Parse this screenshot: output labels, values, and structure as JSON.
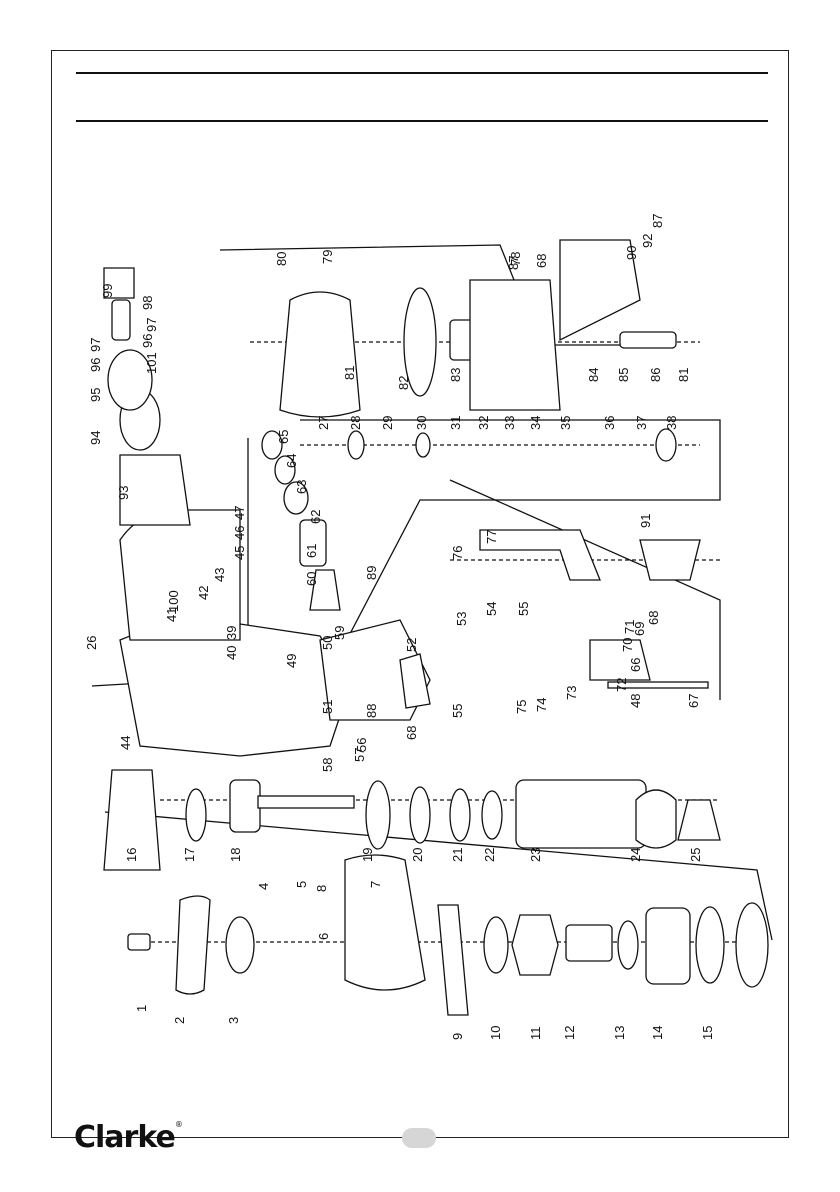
{
  "brand": {
    "logo_text": "Clarke",
    "registered_mark": "®"
  },
  "page_number": "",
  "diagram": {
    "type": "exploded parts view",
    "colors": {
      "line": "#111111",
      "fill": "#ffffff"
    },
    "part_numbers": [
      "1",
      "2",
      "3",
      "4",
      "5",
      "6",
      "7",
      "8",
      "9",
      "10",
      "11",
      "12",
      "13",
      "14",
      "15",
      "16",
      "17",
      "18",
      "19",
      "20",
      "21",
      "22",
      "23",
      "24",
      "25",
      "26",
      "27",
      "28",
      "29",
      "30",
      "31",
      "32",
      "33",
      "34",
      "35",
      "36",
      "37",
      "38",
      "39",
      "40",
      "41",
      "42",
      "43",
      "44",
      "45",
      "46",
      "47",
      "48",
      "49",
      "50",
      "51",
      "52",
      "53",
      "54",
      "55",
      "55",
      "56",
      "57",
      "58",
      "59",
      "60",
      "61",
      "62",
      "63",
      "64",
      "65",
      "66",
      "67",
      "68",
      "68",
      "68",
      "69",
      "70",
      "71",
      "72",
      "73",
      "74",
      "75",
      "76",
      "77",
      "78",
      "79",
      "80",
      "81",
      "81",
      "82",
      "83",
      "84",
      "85",
      "86",
      "87",
      "87",
      "88",
      "89",
      "90",
      "91",
      "92",
      "93",
      "94",
      "95",
      "96",
      "96",
      "97",
      "97",
      "98",
      "99",
      "100",
      "101"
    ]
  }
}
